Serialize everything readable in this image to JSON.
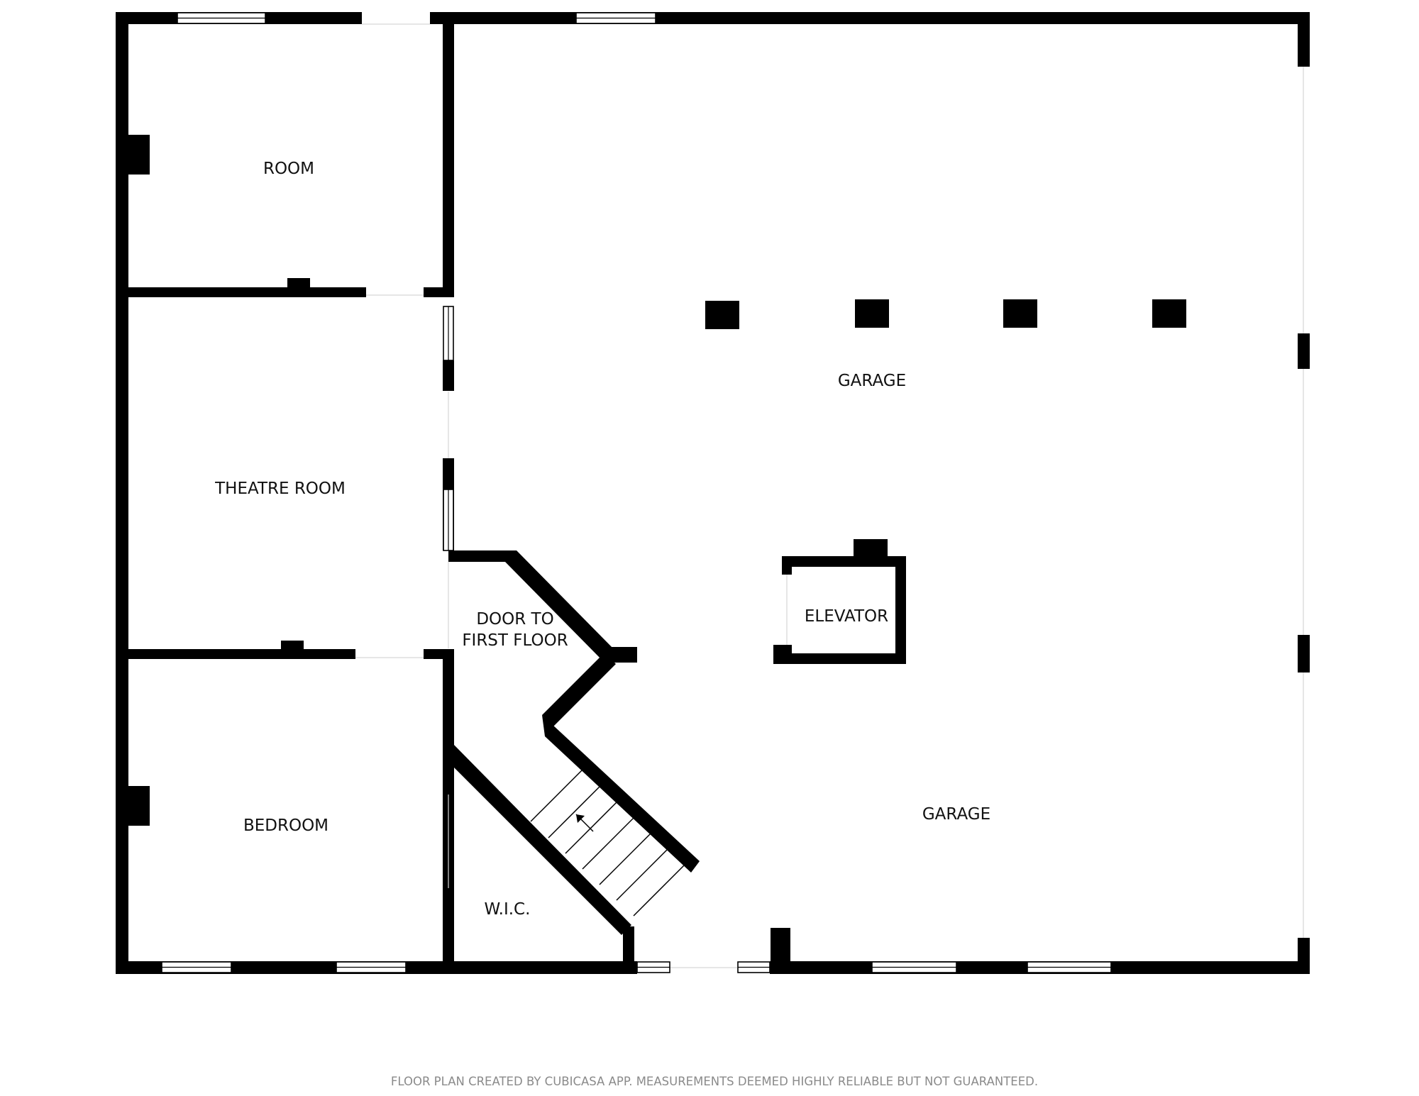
{
  "rooms": {
    "room": "ROOM",
    "theatre_room": "THEATRE ROOM",
    "bedroom": "BEDROOM",
    "door_to_first_floor_line1": "DOOR TO",
    "door_to_first_floor_line2": "FIRST FLOOR",
    "wic": "W.I.C.",
    "garage_upper": "GARAGE",
    "garage_lower": "GARAGE",
    "elevator": "ELEVATOR"
  },
  "footer": {
    "disclaimer": "FLOOR PLAN CREATED BY CUBICASA APP. MEASUREMENTS DEEMED HIGHLY RELIABLE BUT NOT GUARANTEED."
  },
  "colors": {
    "wall": "#000000",
    "background": "#ffffff",
    "footer_text": "#8a8a8a"
  }
}
